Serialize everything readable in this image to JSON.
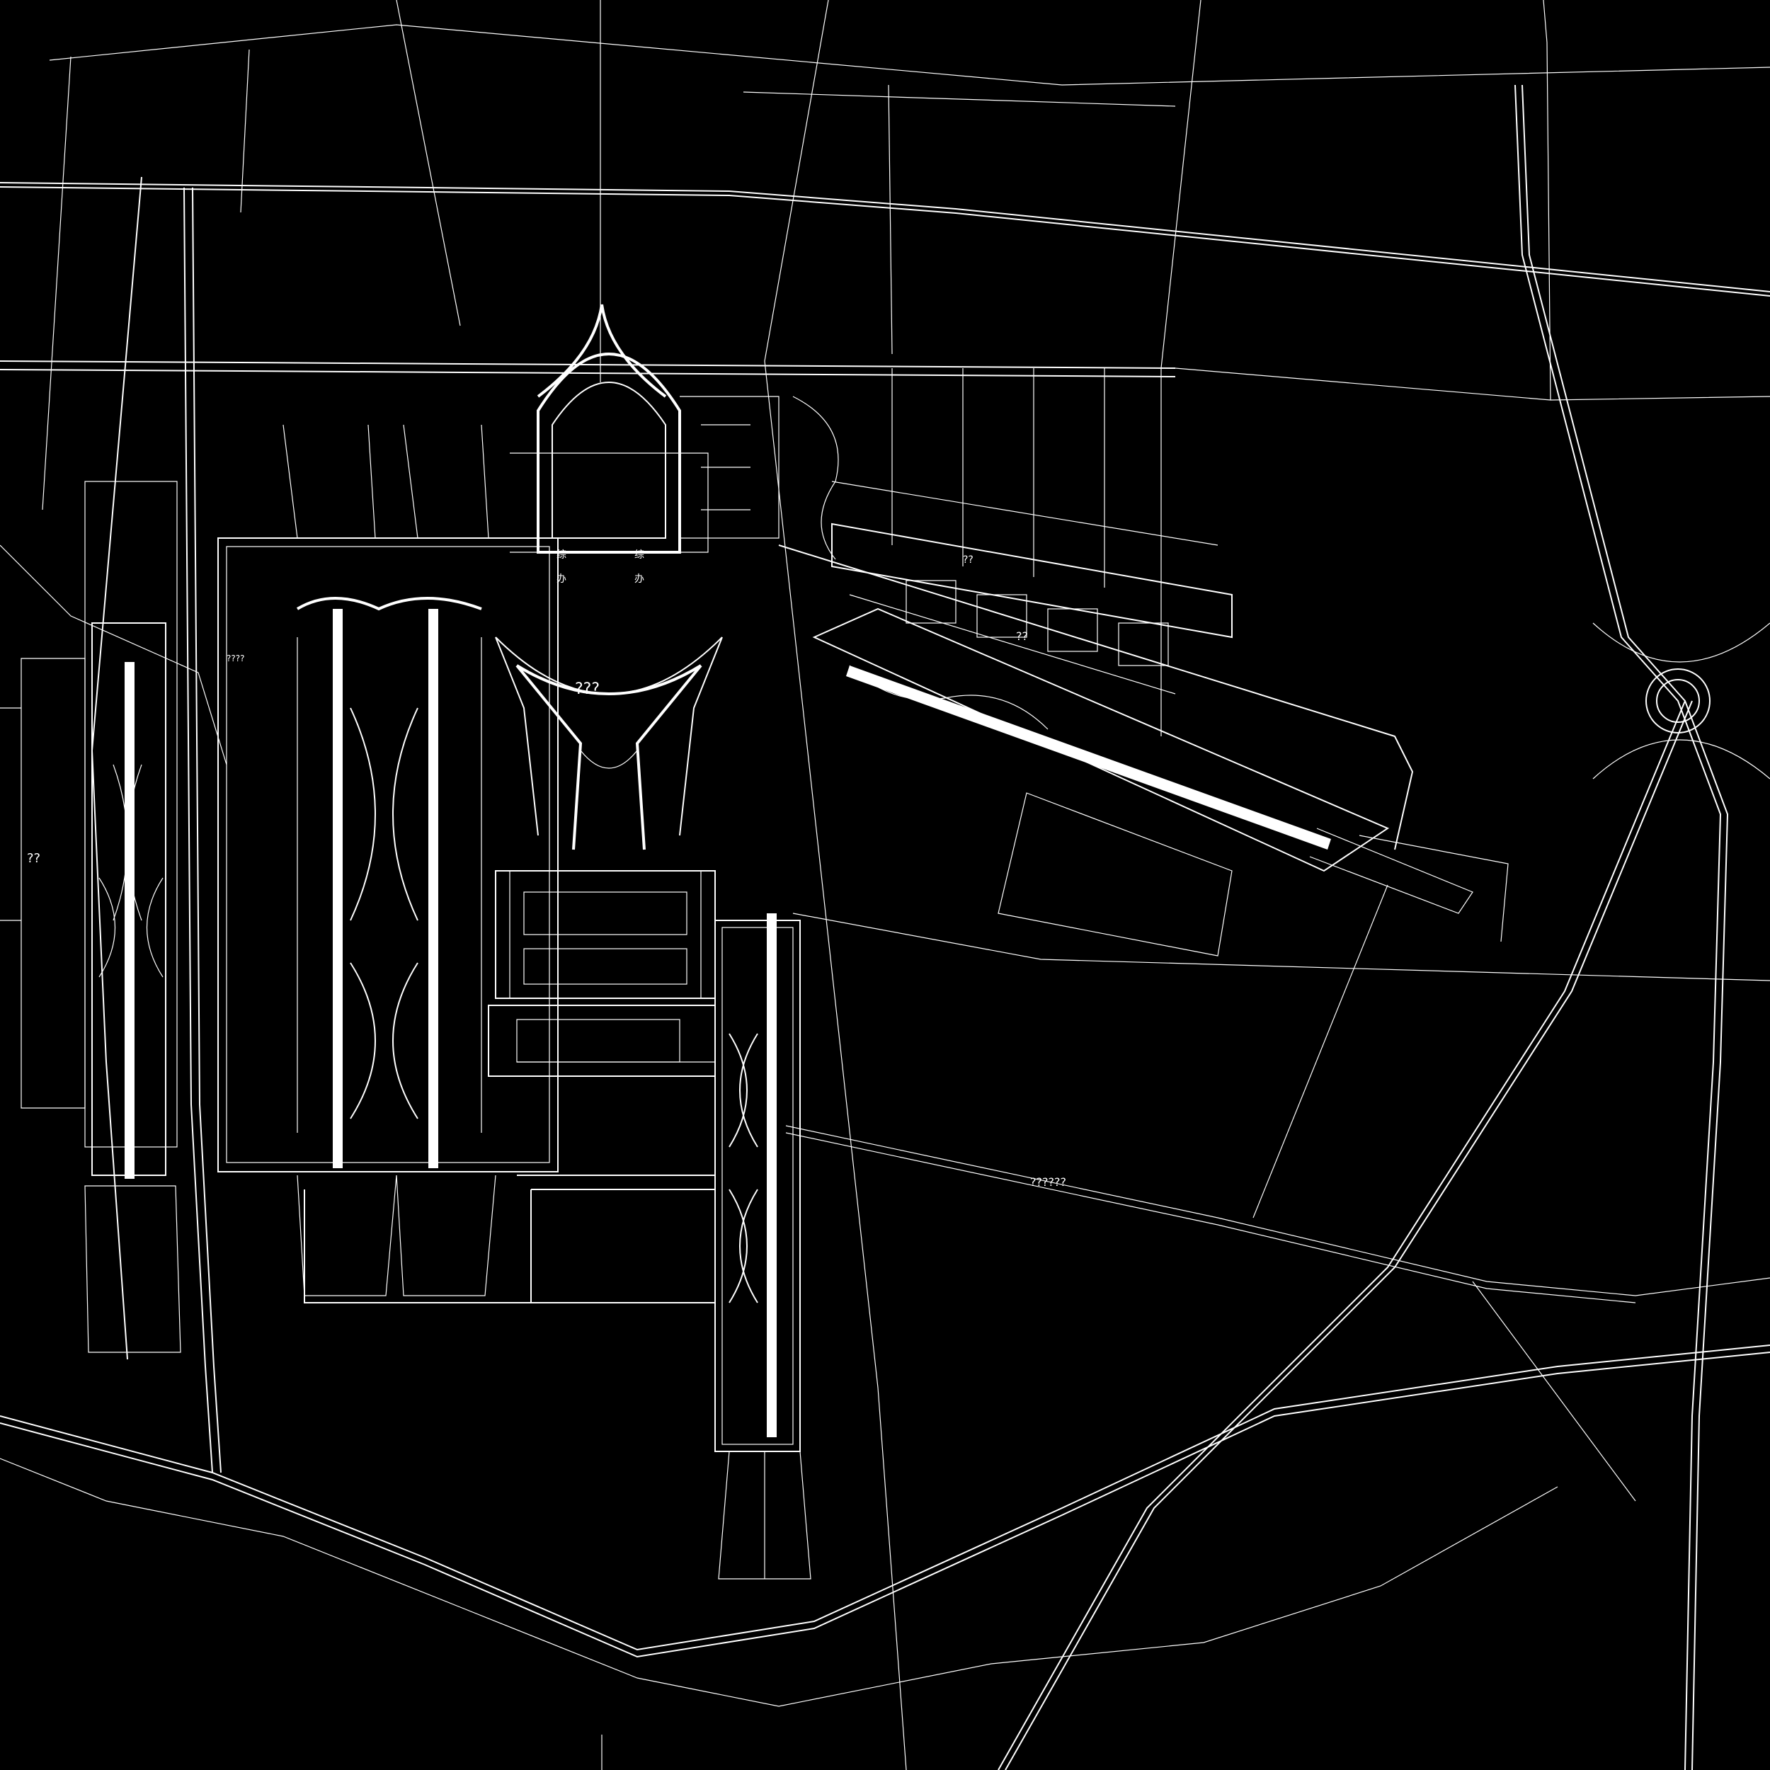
{
  "colors": {
    "background": "#000000",
    "line": "#ffffff"
  },
  "labels": {
    "west_zone": "??",
    "terminal_center": "???",
    "cargo_block_1": "??",
    "cargo_block_2": "??",
    "road_label": "??????",
    "apron_west": "????",
    "office_1": "综",
    "office_2": "办",
    "office_3": "综",
    "office_4": "办"
  }
}
